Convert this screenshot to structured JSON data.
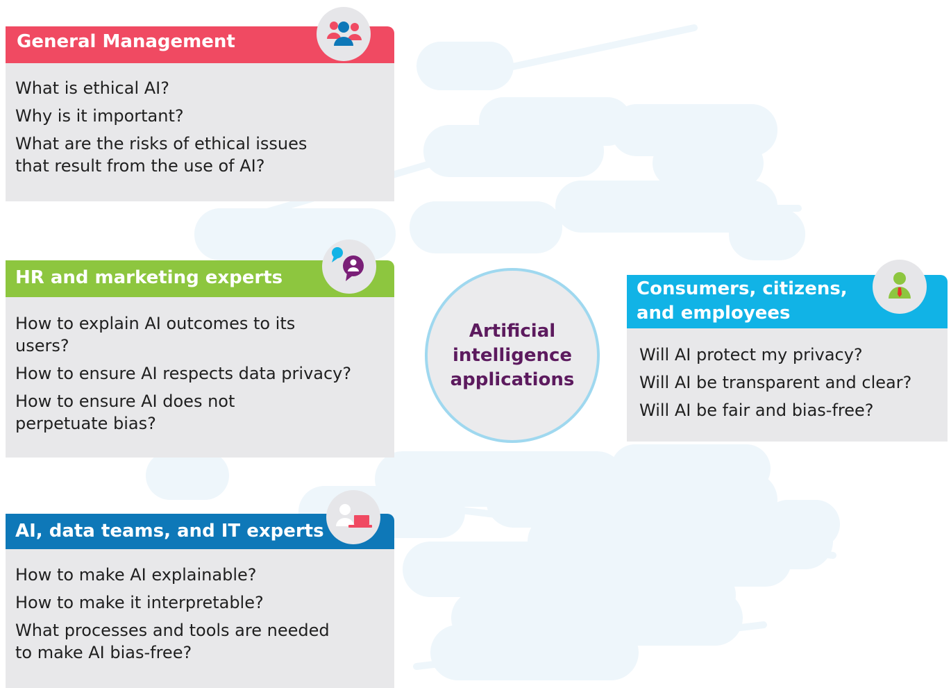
{
  "center": {
    "label": "Artificial\nintelligence\napplications"
  },
  "cards": {
    "general_management": {
      "title": "General Management",
      "icon": "group-people-icon",
      "color": "#f04a62",
      "questions": [
        "What is ethical AI?",
        "Why is it important?",
        "What are the risks of ethical issues\nthat result from the use of AI?"
      ]
    },
    "hr_marketing": {
      "title": "HR and marketing experts",
      "icon": "chat-person-icon",
      "color": "#8dc63f",
      "questions": [
        "How to explain AI outcomes to its\nusers?",
        "How to ensure AI respects data privacy?",
        "How to ensure AI does not\nperpetuate bias?"
      ]
    },
    "ai_data_it": {
      "title": "AI, data teams, and IT experts",
      "icon": "person-laptop-icon",
      "color": "#0e78b8",
      "questions": [
        "How to make AI explainable?",
        "How to make it interpretable?",
        "What processes and tools are needed\nto make AI bias-free?"
      ]
    },
    "consumers": {
      "title": "Consumers, citizens,\nand employees",
      "icon": "employee-icon",
      "color": "#11b3e6",
      "questions": [
        "Will AI protect my privacy?",
        "Will AI be transparent and clear?",
        "Will AI be fair and bias-free?"
      ]
    }
  }
}
